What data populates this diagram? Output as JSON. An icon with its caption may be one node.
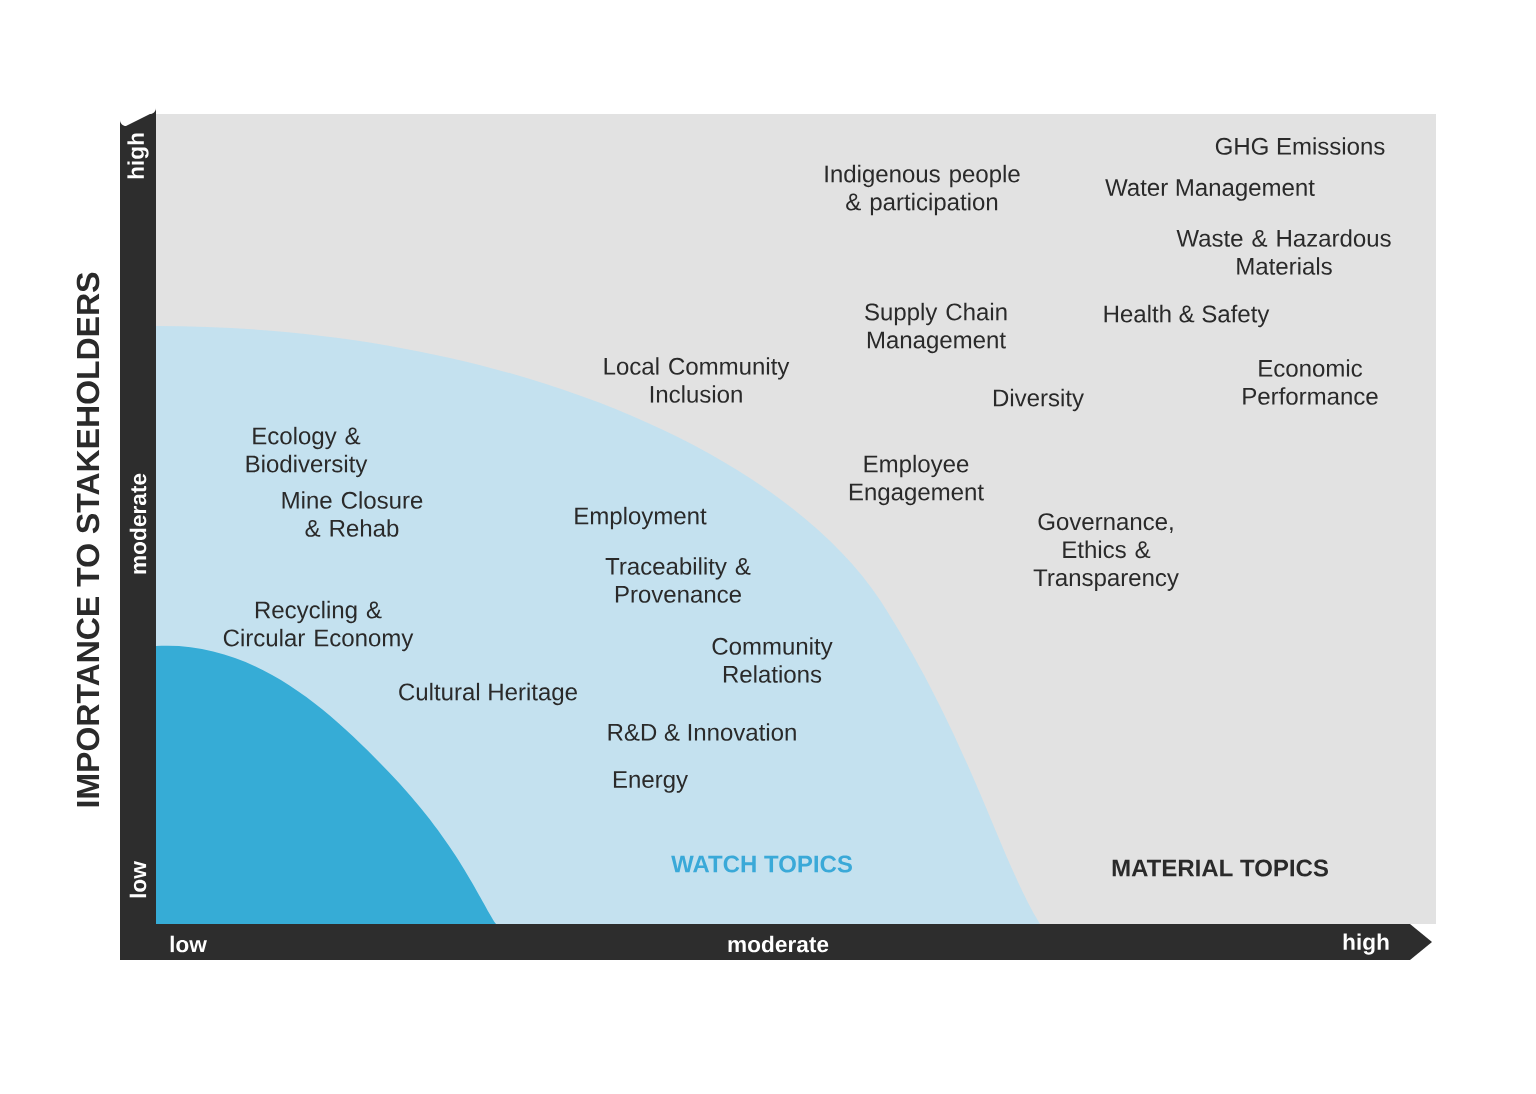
{
  "diagram": {
    "labels": [
      "IMPORTANCE TO STAKEHOLDERS",
      "high",
      "moderate",
      "low",
      "GHG Emissions",
      "Indigenous people & participation",
      "Water Management",
      "Waste & Hazardous Materials",
      "Supply Chain Management",
      "Health & Safety",
      "Local Community Inclusion",
      "Diversity",
      "Economic Performance",
      "Ecology & Biodiversity",
      "Employee Engagement",
      "Mine Closure & Rehab",
      "Employment",
      "Traceability & Provenance",
      "Governance, Ethics & Transparency",
      "Recycling & Circular Economy",
      "Community Relations",
      "Cultural Heritage",
      "R&D & Innovation",
      "Energy",
      "WATCH TOPICS",
      "MATERIAL TOPICS",
      "low",
      "moderate",
      "high"
    ]
  }
}
